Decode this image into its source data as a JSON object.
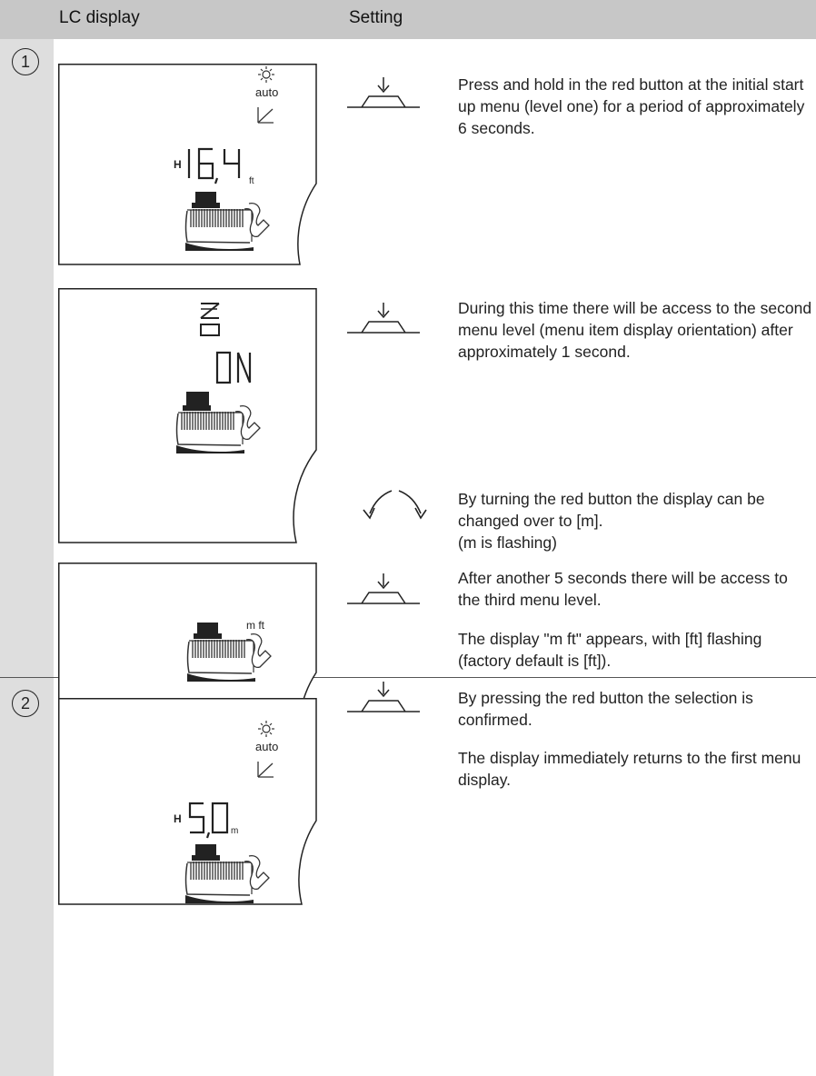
{
  "header": {
    "col1": "LC display",
    "col2": "Setting"
  },
  "steps": [
    {
      "number": "1"
    },
    {
      "number": "2"
    }
  ],
  "lcd": {
    "d1": {
      "mode_label": "auto",
      "prefix": "H",
      "value": "16.4",
      "unit": "ft"
    },
    "d2": {
      "value": "ON"
    },
    "d3": {
      "units": "m ft"
    },
    "d4": {
      "mode_label": "auto",
      "prefix": "H",
      "value": "5.0",
      "unit": "m"
    }
  },
  "instructions": {
    "t1": "Press and hold in the red button at the initial start up menu (level one) for a period of approximately 6 seconds.",
    "t2": "During this time there will be access to the second menu level (menu item display orientation) after approximately 1 second.",
    "t3a": "After another 5 seconds there will be access to the third menu level.",
    "t3b": "The display \"m  ft\" appears, with [ft] flashing (factory default is [ft]).",
    "t3c_1": "By turning the red button the display can be changed over to [m].",
    "t3c_2": "(m is flashing)",
    "t4a": "By pressing the red button the selection is confirmed.",
    "t4b": "The display immediately returns to the first menu display."
  },
  "icons": {
    "press": "press-button-icon",
    "turn": "turn-button-icon",
    "sun": "sun-icon",
    "pump": "pump-icon"
  }
}
